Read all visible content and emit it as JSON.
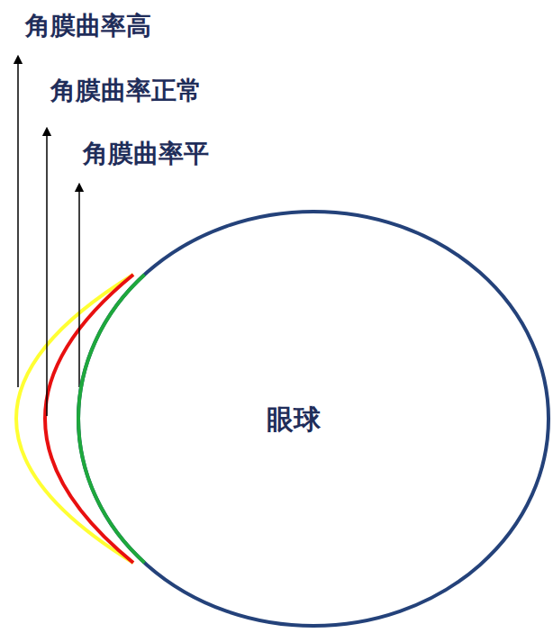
{
  "diagram": {
    "nodes": [
      {
        "text": [
          "眼球"
        ]
      }
    ],
    "labels": [
      "角膜曲率高",
      "角膜曲率正常",
      "角膜曲率平"
    ]
  }
}
